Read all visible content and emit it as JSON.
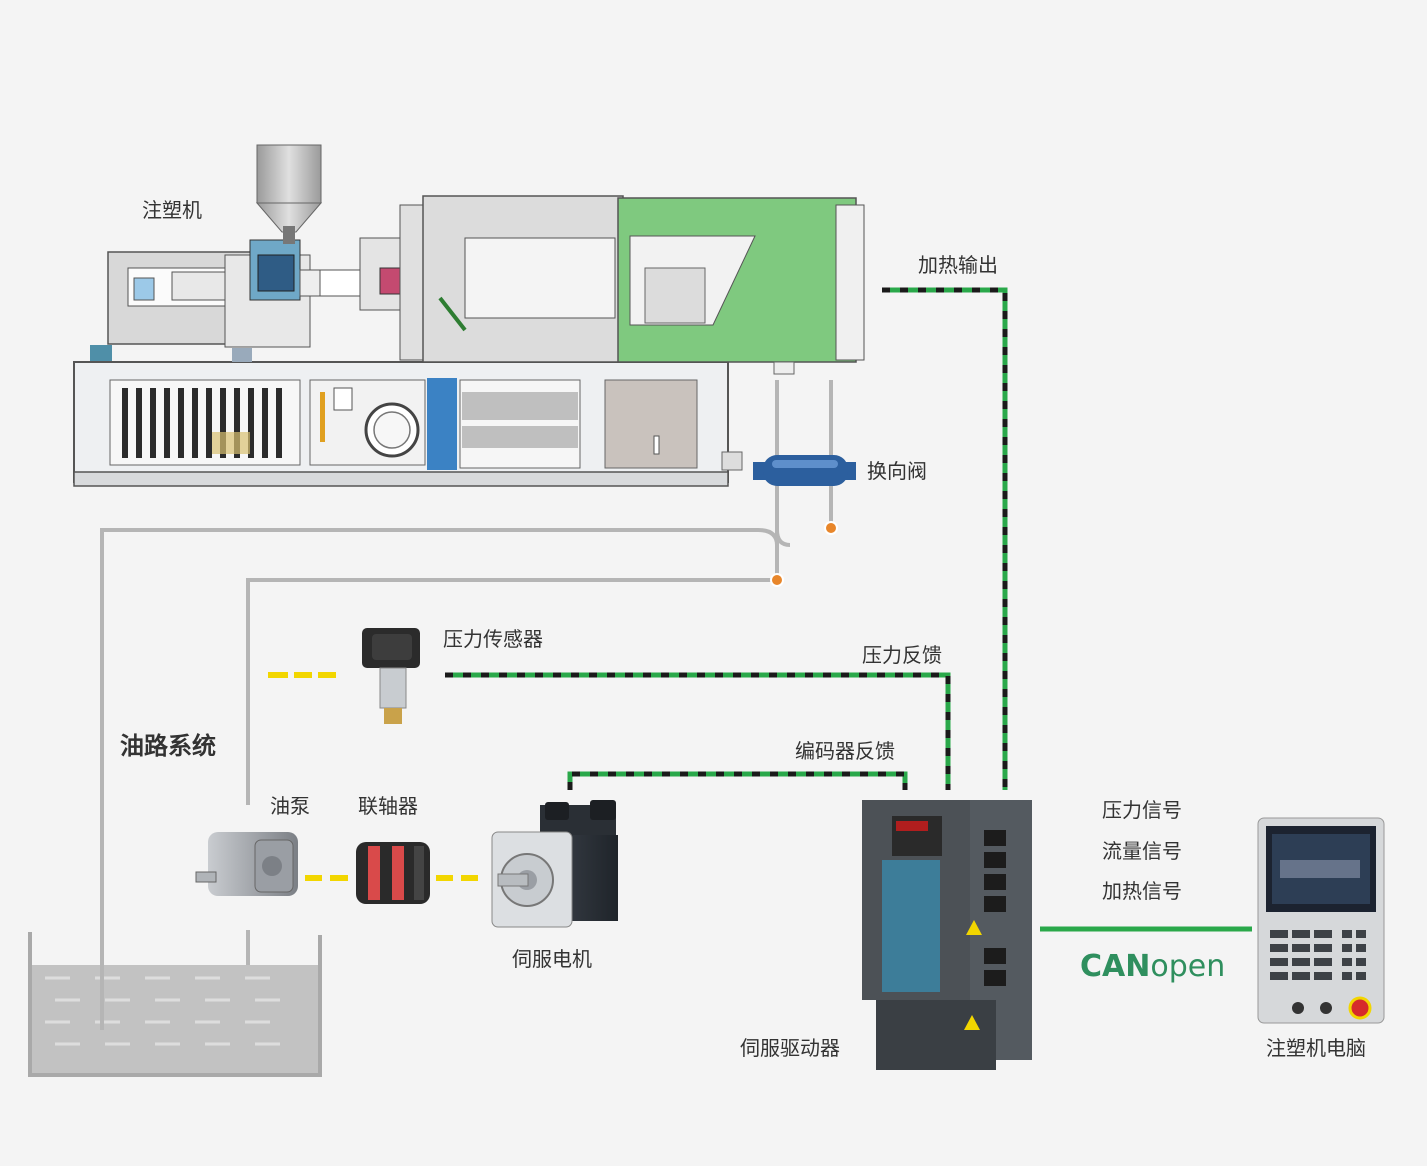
{
  "labels": {
    "injection_machine": "注塑机",
    "reversing_valve": "换向阀",
    "heating_output": "加热输出",
    "pressure_sensor": "压力传感器",
    "pressure_feedback": "压力反馈",
    "oil_system": "油路系统",
    "encoder_feedback": "编码器反馈",
    "oil_pump": "油泵",
    "coupling": "联轴器",
    "servo_motor": "伺服电机",
    "servo_driver": "伺服驱动器",
    "pressure_signal": "压力信号",
    "flow_signal": "流量信号",
    "heating_signal": "加热信号",
    "machine_computer": "注塑机电脑"
  },
  "canopen": {
    "bold": "CAN",
    "light": "open"
  },
  "colors": {
    "signal_green": "#2aa84a",
    "dash_dark": "#1a1a1a",
    "mech_yellow": "#f2d600",
    "pipe_gray": "#b5b5b5",
    "tank_gray": "#a9a9a9",
    "machine_green": "#7fc97f",
    "junction_orange": "#e8862a",
    "valve_blue": "#2c5f9e"
  }
}
